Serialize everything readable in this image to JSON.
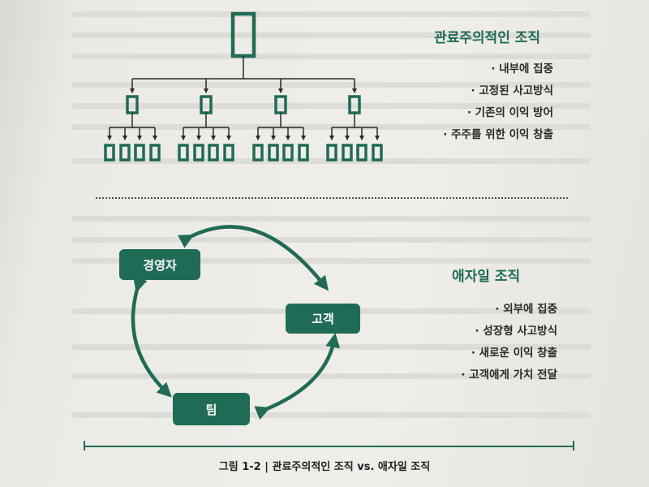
{
  "bureaucratic": {
    "title": "관료주의적인 조직",
    "bullets": [
      "내부에 집중",
      "고정된 사고방식",
      "기존의 이익 방어",
      "주주를 위한 이익 창출"
    ]
  },
  "agile": {
    "title": "애자일 조직",
    "bullets": [
      "외부에 집중",
      "성장형 사고방식",
      "새로운 이익 창출",
      "고객에게 가치 전달"
    ],
    "nodes": {
      "management": "경영자",
      "customer": "고객",
      "team": "팀"
    }
  },
  "caption": "그림 1-2 | 관료주의적인 조직 vs. 애자일 조직",
  "colors": {
    "accent": "#1f6b55",
    "ink": "#2a2a2a",
    "paper": "#ecebe6"
  }
}
